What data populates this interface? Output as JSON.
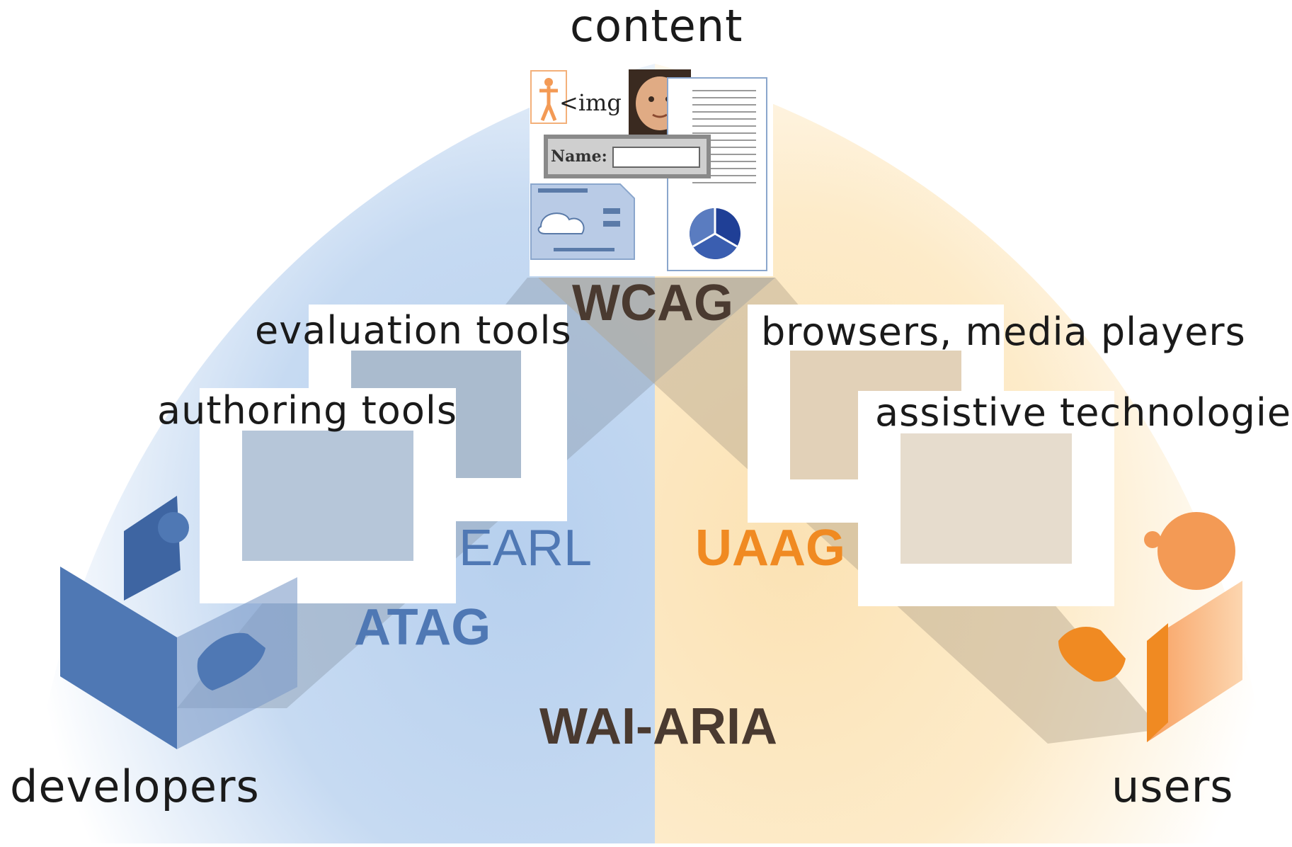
{
  "labels": {
    "content": "content",
    "evaluation_tools": "evaluation tools",
    "authoring_tools": "authoring tools",
    "browsers_media_players": "browsers, media players",
    "assistive_technologies": "assistive technologies",
    "developers": "developers",
    "users": "users"
  },
  "acronyms": {
    "wcag": "WCAG",
    "earl": "EARL",
    "uaag": "UAAG",
    "atag": "ATAG",
    "wai_aria": "WAI-ARIA"
  },
  "content_samples": {
    "img_tag": "<img",
    "name_field_label": "Name:"
  },
  "colors": {
    "developer_side": "#b7d0ee",
    "user_side": "#fbe2b4",
    "developer_figure": "#4f78b4",
    "user_figure": "#f08a22",
    "acronym_dark": "#4a3a30"
  },
  "icons": [
    "ballerina-icon",
    "baby-photo-icon",
    "weather-widget-icon",
    "pie-chart-icon",
    "text-document-icon"
  ]
}
